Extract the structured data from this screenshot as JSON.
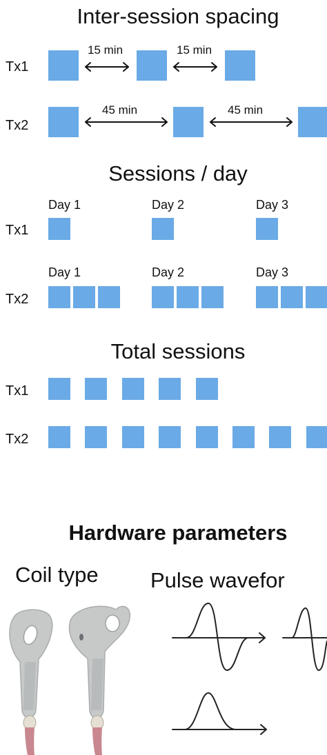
{
  "colors": {
    "block": "#6aaae6",
    "text": "#111111",
    "line": "#111111"
  },
  "spacing": {
    "title": "Inter-session spacing",
    "tx1": {
      "label": "Tx1",
      "interval": "15 min"
    },
    "tx2": {
      "label": "Tx2",
      "interval": "45 min"
    }
  },
  "perday": {
    "title": "Sessions / day",
    "days": [
      "Day 1",
      "Day 2",
      "Day 3"
    ],
    "tx1": {
      "label": "Tx1",
      "per_day": 1
    },
    "tx2": {
      "label": "Tx2",
      "per_day": 3
    }
  },
  "total": {
    "title": "Total sessions",
    "tx1": {
      "label": "Tx1",
      "count": 5
    },
    "tx2": {
      "label": "Tx2",
      "count": 8
    }
  },
  "hardware": {
    "title": "Hardware parameters",
    "coil_title": "Coil type",
    "pulse_title": "Pulse wavefor"
  },
  "icons": [
    "figure-8-coil-icon",
    "double-cone-coil-icon",
    "biphasic-wave-icon",
    "polyphasic-wave-icon",
    "monophasic-wave-icon"
  ]
}
